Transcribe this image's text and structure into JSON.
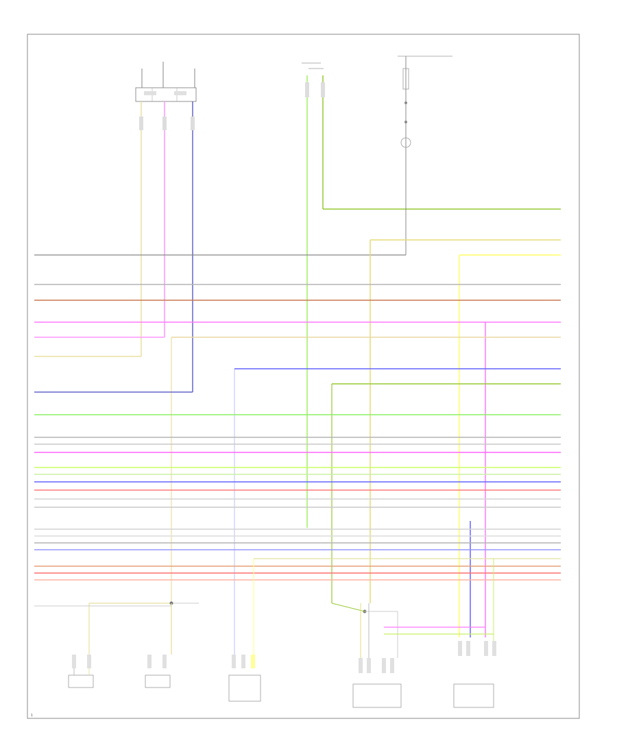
{
  "page_number": "1",
  "wires": [
    {
      "id": "w1",
      "color": "#808080"
    },
    {
      "id": "w2",
      "color": "#b4b4b4"
    },
    {
      "id": "w3",
      "color": "#c87850"
    },
    {
      "id": "w4",
      "color": "#d2d2d2"
    },
    {
      "id": "w5",
      "color": "#ff78ff"
    },
    {
      "id": "w6",
      "color": "#ff9cff"
    },
    {
      "id": "w7",
      "color": "#ffc896"
    },
    {
      "id": "w8",
      "color": "#96c832"
    },
    {
      "id": "w9",
      "color": "#6464c8"
    },
    {
      "id": "w10",
      "color": "#8cf064"
    },
    {
      "id": "w11",
      "color": "#b4b4b4"
    },
    {
      "id": "w12",
      "color": "#c8c8c8"
    },
    {
      "id": "w13",
      "color": "#ff64ff"
    },
    {
      "id": "w14",
      "color": "#c8ff64"
    },
    {
      "id": "w15",
      "color": "#c8f0a0"
    },
    {
      "id": "w16",
      "color": "#6464ff"
    },
    {
      "id": "w17",
      "color": "#ff7878"
    },
    {
      "id": "w18",
      "color": "#d2d2d2"
    },
    {
      "id": "w19",
      "color": "#c8c8c8"
    },
    {
      "id": "w20",
      "color": "#d2d2d2"
    },
    {
      "id": "w21",
      "color": "#dcdcdc"
    },
    {
      "id": "w22",
      "color": "#b4b4b4"
    },
    {
      "id": "w23",
      "color": "#9696ff"
    },
    {
      "id": "w24",
      "color": "#e6a078"
    },
    {
      "id": "w25",
      "color": "#ffd2b4"
    },
    {
      "id": "w26",
      "color": "#ff6e6e"
    },
    {
      "id": "w27",
      "color": "#ffb4a0"
    }
  ]
}
